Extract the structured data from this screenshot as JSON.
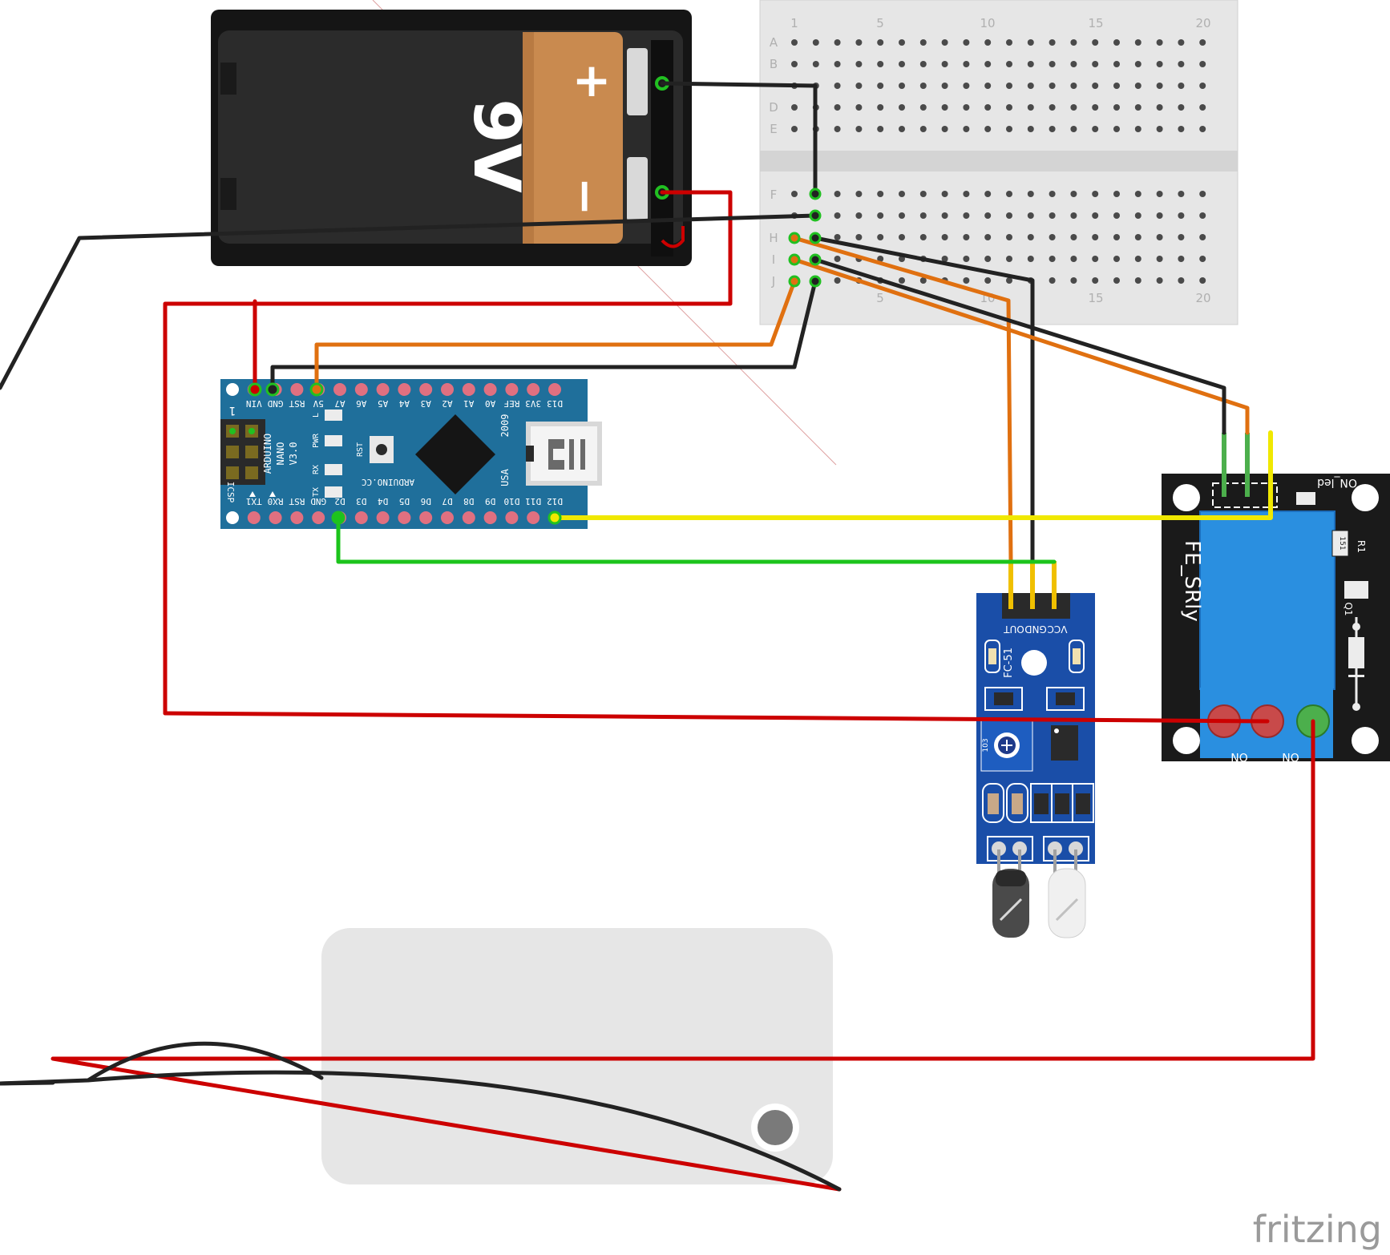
{
  "battery": {
    "label": "9V",
    "plus": "+",
    "minus": "−"
  },
  "breadboard": {
    "rows_top": [
      "A",
      "B",
      "",
      "D",
      "E"
    ],
    "rows_bottom": [
      "F",
      "",
      "H",
      "I",
      "J"
    ],
    "column_numbers": [
      "1",
      "5",
      "10",
      "15",
      "20"
    ]
  },
  "arduino": {
    "top_pins": [
      "D12",
      "D11",
      "D10",
      "D9",
      "D8",
      "D7",
      "D6",
      "D5",
      "D4",
      "D3",
      "D2",
      "GND",
      "RST",
      "RX0",
      "TX1"
    ],
    "bottom_pins": [
      "D13",
      "3V3",
      "REF",
      "A0",
      "A1",
      "A2",
      "A3",
      "A4",
      "A5",
      "A6",
      "A7",
      "5V",
      "RST",
      "GND",
      "VIN"
    ],
    "name": "ARDUINO",
    "model": "NANO",
    "version": "V3.0",
    "site": "ARDUINO.CC",
    "year": "2009",
    "country": "USA",
    "icsp": "ICSP",
    "icsp_pin1": "1",
    "led_labels": [
      "L",
      "PWR",
      "RX",
      "TX"
    ],
    "reset_label": "RST"
  },
  "relay": {
    "name": "FE_SRly",
    "led": "ON_led",
    "r1": "R1",
    "r1_value": "151",
    "q1": "Q1",
    "terminals": [
      "ON",
      "ON"
    ]
  },
  "ir_sensor": {
    "pins": [
      "OUT",
      "GND",
      "VCC"
    ],
    "name": "FC-51",
    "pot": "103"
  },
  "watermark": "fritzing",
  "colors": {
    "wire_black": "#222222",
    "wire_red": "#cc0000",
    "wire_orange": "#e07010",
    "wire_yellow": "#f0e800",
    "wire_green": "#1cc41c",
    "arduino_blue": "#1f6f9b",
    "relay_black": "#1a1a1a",
    "relay_blue": "#2a8fe0",
    "sensor_blue": "#1a4ea8",
    "battery_copper": "#c98a4f"
  }
}
